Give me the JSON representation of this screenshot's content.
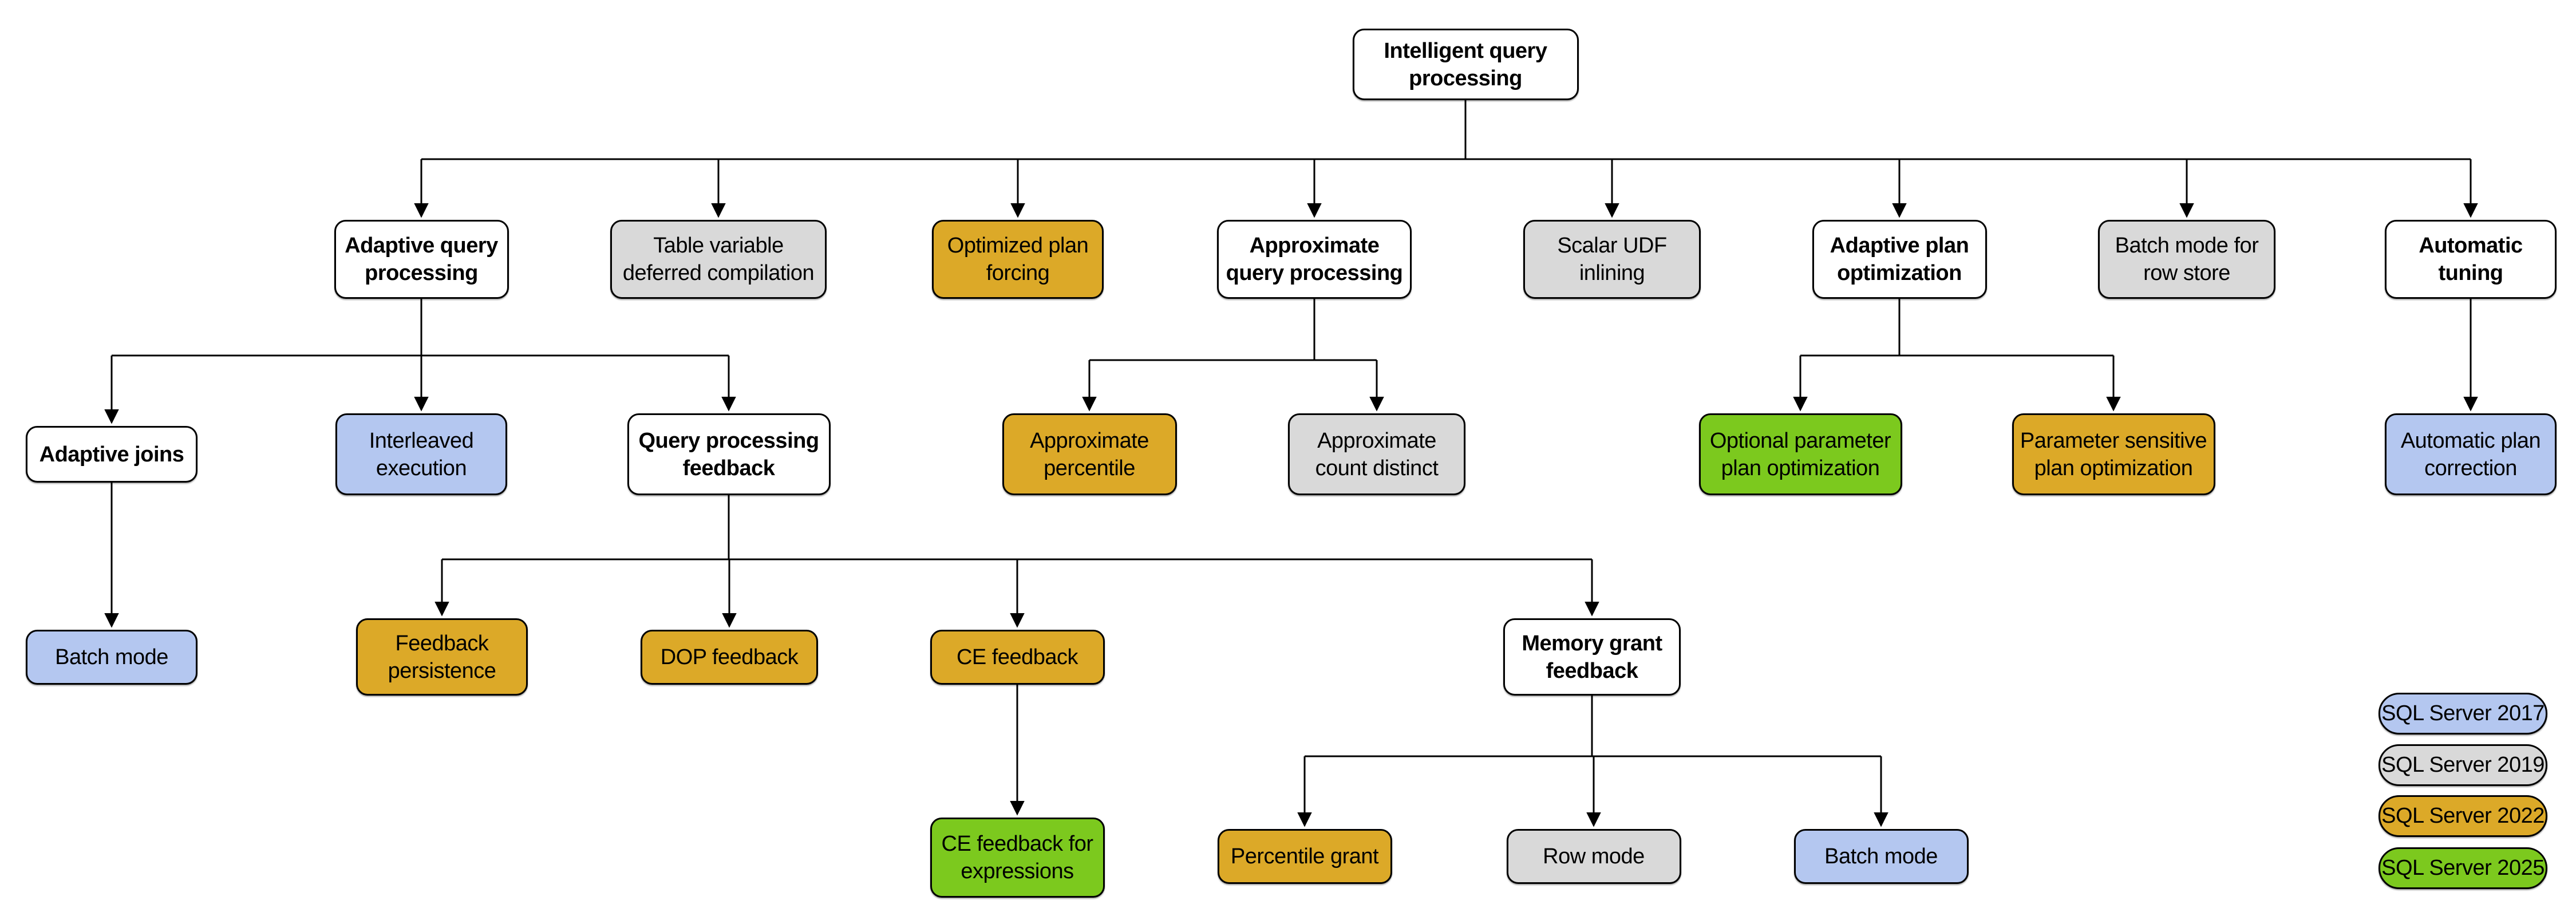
{
  "diagram_title": "Intelligent query processing",
  "colors": {
    "white": "#ffffff",
    "gray": "#d9d9d9",
    "orange": "#dca928",
    "blue": "#b4c7f0",
    "green": "#7cc91e",
    "border": "#000000",
    "line": "#000000"
  },
  "nodes": [
    {
      "id": "intelligent-query-processing",
      "label": "Intelligent query\nprocessing",
      "color": "white"
    },
    {
      "id": "adaptive-query-processing",
      "label": "Adaptive query\nprocessing",
      "color": "white"
    },
    {
      "id": "table-variable-deferred-compilation",
      "label": "Table variable\ndeferred compilation",
      "color": "gray"
    },
    {
      "id": "optimized-plan-forcing",
      "label": "Optimized plan\nforcing",
      "color": "orange"
    },
    {
      "id": "approximate-query-processing",
      "label": "Approximate\nquery processing",
      "color": "white"
    },
    {
      "id": "scalar-udf-inlining",
      "label": "Scalar UDF\ninlining",
      "color": "gray"
    },
    {
      "id": "adaptive-plan-optimization",
      "label": "Adaptive plan\noptimization",
      "color": "white"
    },
    {
      "id": "batch-mode-for-row-store",
      "label": "Batch mode for\nrow store",
      "color": "gray"
    },
    {
      "id": "automatic-tuning",
      "label": "Automatic\ntuning",
      "color": "white"
    },
    {
      "id": "adaptive-joins",
      "label": "Adaptive joins",
      "color": "white"
    },
    {
      "id": "interleaved-execution",
      "label": "Interleaved\nexecution",
      "color": "blue"
    },
    {
      "id": "query-processing-feedback",
      "label": "Query processing\nfeedback",
      "color": "white"
    },
    {
      "id": "approximate-percentile",
      "label": "Approximate\npercentile",
      "color": "orange"
    },
    {
      "id": "approximate-count-distinct",
      "label": "Approximate\ncount distinct",
      "color": "gray"
    },
    {
      "id": "optional-parameter-plan-optimization",
      "label": "Optional parameter\nplan optimization",
      "color": "green"
    },
    {
      "id": "parameter-sensitive-plan-optimization",
      "label": "Parameter sensitive\nplan optimization",
      "color": "orange"
    },
    {
      "id": "automatic-plan-correction",
      "label": "Automatic plan\ncorrection",
      "color": "blue"
    },
    {
      "id": "batch-mode-adaptive-joins",
      "label": "Batch mode",
      "color": "blue"
    },
    {
      "id": "feedback-persistence",
      "label": "Feedback\npersistence",
      "color": "orange"
    },
    {
      "id": "dop-feedback",
      "label": "DOP feedback",
      "color": "orange"
    },
    {
      "id": "ce-feedback",
      "label": "CE feedback",
      "color": "orange"
    },
    {
      "id": "memory-grant-feedback",
      "label": "Memory grant\nfeedback",
      "color": "white"
    },
    {
      "id": "ce-feedback-for-expressions",
      "label": "CE feedback for\nexpressions",
      "color": "green"
    },
    {
      "id": "percentile-grant",
      "label": "Percentile grant",
      "color": "orange"
    },
    {
      "id": "row-mode",
      "label": "Row mode",
      "color": "gray"
    },
    {
      "id": "batch-mode-memory-grant",
      "label": "Batch mode",
      "color": "blue"
    }
  ],
  "edges": [
    {
      "from": "intelligent-query-processing",
      "to": "adaptive-query-processing"
    },
    {
      "from": "intelligent-query-processing",
      "to": "table-variable-deferred-compilation"
    },
    {
      "from": "intelligent-query-processing",
      "to": "optimized-plan-forcing"
    },
    {
      "from": "intelligent-query-processing",
      "to": "approximate-query-processing"
    },
    {
      "from": "intelligent-query-processing",
      "to": "scalar-udf-inlining"
    },
    {
      "from": "intelligent-query-processing",
      "to": "adaptive-plan-optimization"
    },
    {
      "from": "intelligent-query-processing",
      "to": "batch-mode-for-row-store"
    },
    {
      "from": "intelligent-query-processing",
      "to": "automatic-tuning"
    },
    {
      "from": "adaptive-query-processing",
      "to": "adaptive-joins"
    },
    {
      "from": "adaptive-query-processing",
      "to": "interleaved-execution"
    },
    {
      "from": "adaptive-query-processing",
      "to": "query-processing-feedback"
    },
    {
      "from": "approximate-query-processing",
      "to": "approximate-percentile"
    },
    {
      "from": "approximate-query-processing",
      "to": "approximate-count-distinct"
    },
    {
      "from": "adaptive-plan-optimization",
      "to": "optional-parameter-plan-optimization"
    },
    {
      "from": "adaptive-plan-optimization",
      "to": "parameter-sensitive-plan-optimization"
    },
    {
      "from": "automatic-tuning",
      "to": "automatic-plan-correction"
    },
    {
      "from": "adaptive-joins",
      "to": "batch-mode-adaptive-joins"
    },
    {
      "from": "query-processing-feedback",
      "to": "feedback-persistence"
    },
    {
      "from": "query-processing-feedback",
      "to": "dop-feedback"
    },
    {
      "from": "query-processing-feedback",
      "to": "ce-feedback"
    },
    {
      "from": "query-processing-feedback",
      "to": "memory-grant-feedback"
    },
    {
      "from": "ce-feedback",
      "to": "ce-feedback-for-expressions"
    },
    {
      "from": "memory-grant-feedback",
      "to": "percentile-grant"
    },
    {
      "from": "memory-grant-feedback",
      "to": "row-mode"
    },
    {
      "from": "memory-grant-feedback",
      "to": "batch-mode-memory-grant"
    }
  ],
  "legend": [
    {
      "label": "SQL Server 2017",
      "color": "blue"
    },
    {
      "label": "SQL Server 2019",
      "color": "gray"
    },
    {
      "label": "SQL Server 2022",
      "color": "orange"
    },
    {
      "label": "SQL Server 2025",
      "color": "green"
    }
  ]
}
